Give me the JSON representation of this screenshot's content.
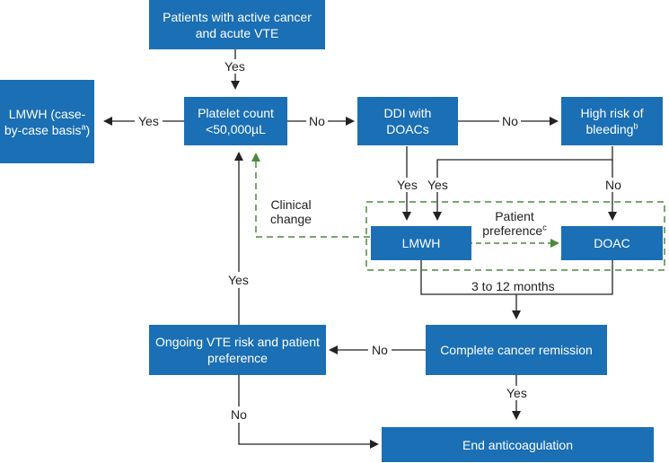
{
  "boxes": {
    "start": "Patients with active cancer and acute VTE",
    "lmwh_case": "LMWH (case-by-case basis",
    "lmwh_case_sup": "a",
    "lmwh_case_close": ")",
    "platelet": "Platelet count <50,000µL",
    "ddi": "DDI with DOACs",
    "bleeding": "High risk of bleeding",
    "bleeding_sup": "b",
    "lmwh": "LMWH",
    "doac": "DOAC",
    "ongoing": "Ongoing VTE risk and patient preference",
    "remission": "Complete cancer remission",
    "end": "End anticoagulation"
  },
  "labels": {
    "yes_start": "Yes",
    "yes_left": "Yes",
    "no_platelet": "No",
    "no_ddi": "No",
    "yes_ddi": "Yes",
    "yes_bleeding": "Yes",
    "no_bleeding": "No",
    "clinical_change": "Clinical change",
    "patient_pref": "Patient preference",
    "patient_pref_sup": "c",
    "months": "3 to 12 months",
    "no_remission": "No",
    "yes_remission": "Yes",
    "yes_ongoing": "Yes",
    "no_ongoing": "No"
  },
  "colors": {
    "box_fill": "#1a6fb5",
    "dashed_green": "#4a8a3a",
    "line": "#222222"
  }
}
